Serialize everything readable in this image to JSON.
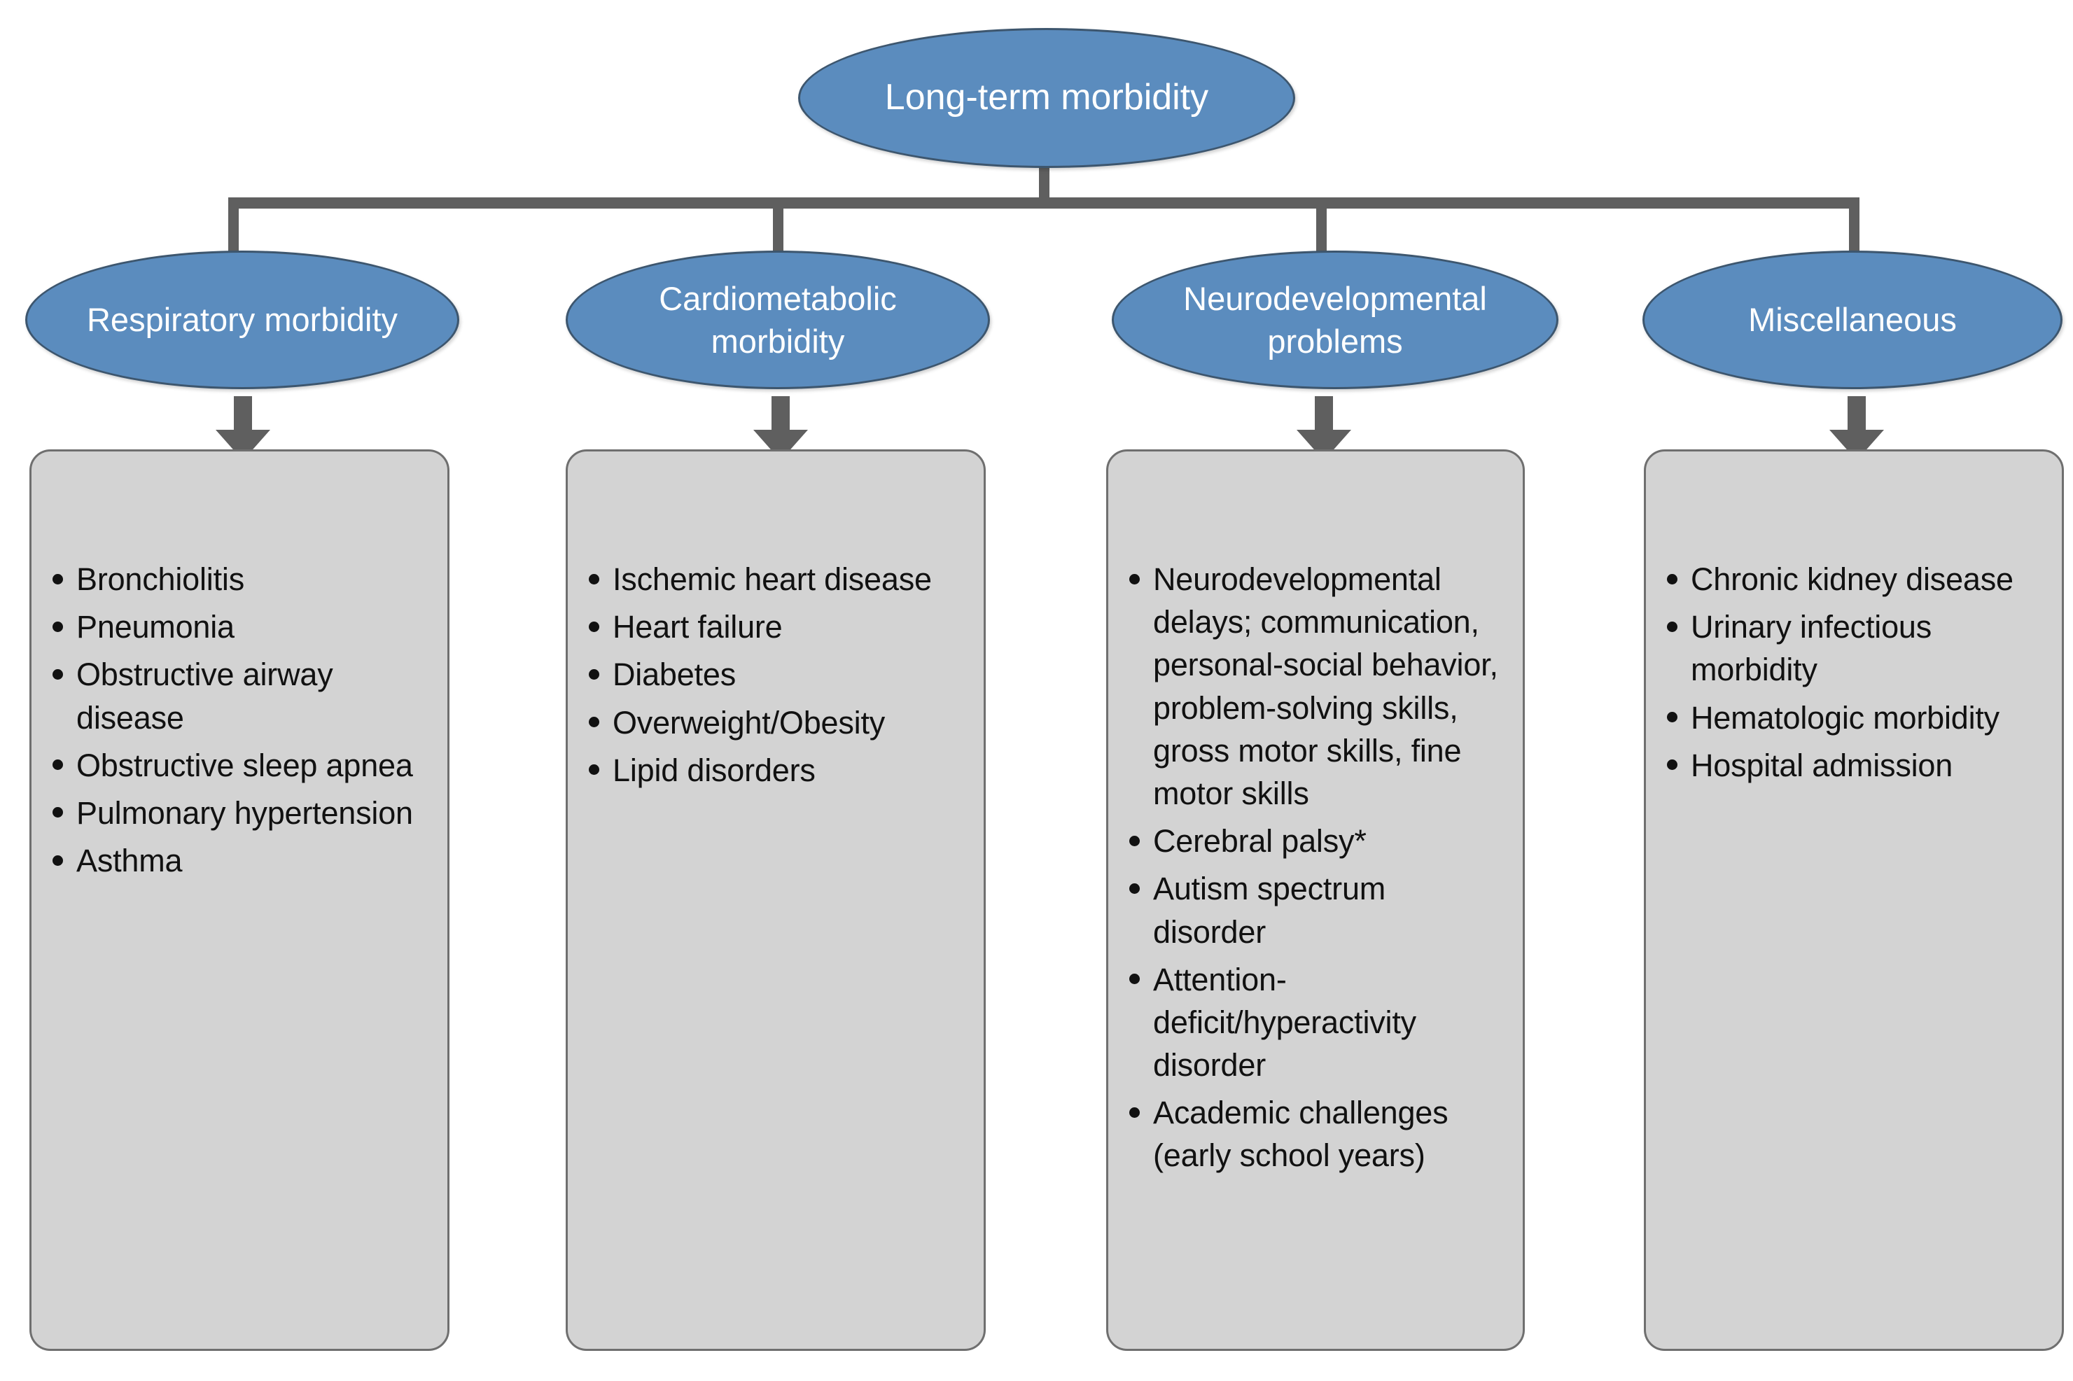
{
  "figure": {
    "root": {
      "label": "Long-term morbidity"
    },
    "categories": [
      {
        "label": "Respiratory morbidity",
        "items": [
          "Bronchiolitis",
          "Pneumonia",
          "Obstructive airway disease",
          "Obstructive sleep apnea",
          "Pulmonary hypertension",
          "Asthma"
        ]
      },
      {
        "label": "Cardiometabolic morbidity",
        "items": [
          "Ischemic heart disease",
          "Heart failure",
          "Diabetes",
          "Overweight/Obesity",
          "Lipid disorders"
        ]
      },
      {
        "label": "Neurodevelopmental problems",
        "items": [
          "Neurodevelopmental delays; communication, personal-social behavior, problem-solving skills, gross motor skills, fine motor skills",
          "Cerebral palsy*",
          "Autism spectrum disorder",
          "Attention-deficit/hyperactivity disorder",
          "Academic challenges (early school years)"
        ]
      },
      {
        "label": "Miscellaneous",
        "items": [
          "Chronic kidney disease",
          "Urinary infectious morbidity",
          "Hematologic morbidity",
          "Hospital admission"
        ]
      }
    ],
    "colors": {
      "ellipse_fill": "#5b8cbe",
      "ellipse_border": "#3d566e",
      "ellipse_text": "#ffffff",
      "panel_fill": "#d3d3d3",
      "panel_border": "#6f6f6f",
      "connector": "#5f5f5f",
      "bullet_text": "#111111",
      "background": "#ffffff"
    }
  }
}
